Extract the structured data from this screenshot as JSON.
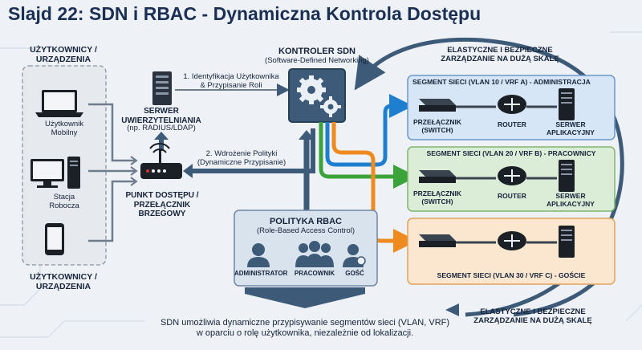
{
  "title": "Slajd 22: SDN i RBAC - Dynamiczna Kontrola Dostępu",
  "users": {
    "heading_top": [
      "UŻYTKOWNICY /",
      "URZĄDZENIA"
    ],
    "heading_bottom": [
      "UŻYTKOWNICY /",
      "URZĄDZENIA"
    ],
    "mobile": [
      "Użytkownik",
      "Mobilny"
    ],
    "workstation": [
      "Stacja",
      "Robocza"
    ]
  },
  "auth_server": {
    "label": [
      "SERWER",
      "UWIERZYTELNIANIA"
    ],
    "sub": "(np. RADIUS/LDAP)"
  },
  "access_point": {
    "label": [
      "PUNKT DOSTĘPU /",
      "PRZEŁĄCZNIK",
      "BRZEGOWY"
    ]
  },
  "step1": [
    "1. Identyfikacja Użytkownika",
    "& Przypisanie Roli"
  ],
  "step2": [
    "2. Wdrożenie Polityki",
    "(Dynamiczne Przypisanie)"
  ],
  "controller": {
    "label": "KONTROLER SDN",
    "sub": "(Software-Defined Networking)"
  },
  "mgmt_top": [
    "ELASTYCZNE I BEZPIECZNE",
    "ZARZĄDZANIE NA DUŻĄ SKALĘ"
  ],
  "mgmt_bottom": [
    "ELASTYCZNE I BEZPIECZNE",
    "ZARZĄDZANIE NA DUŻĄ SKALĘ"
  ],
  "segments": [
    {
      "title": "SEGMENT SIECI (VLAN 10 / VRF A) - ADMINISTRACJA",
      "switch": [
        "PRZEŁĄCZNIK",
        "(SWITCH)"
      ],
      "router": "ROUTER",
      "server": [
        "SERWER",
        "APLIKACYJNY"
      ],
      "color": "#1e7fd1"
    },
    {
      "title": "SEGMENT SIECI (VLAN 20 / VRF B) - PRACOWNICY",
      "switch": [
        "PRZEŁĄCZNIK",
        "(SWITCH)"
      ],
      "router": "ROUTER",
      "server": [
        "SERWER",
        "APLIKACYJNY"
      ],
      "color": "#3aa43a"
    },
    {
      "title": "SEGMENT SIECI (VLAN 30 / VRF C) - GOŚCIE",
      "color": "#ef8a1f"
    }
  ],
  "policy": {
    "title": "POLITYKA RBAC",
    "sub": "(Role-Based Access Control)",
    "roles": [
      "ADMINISTRATOR",
      "PRACOWNIK",
      "GOŚĆ"
    ]
  },
  "footer": [
    "SDN umożliwia dynamiczne przypisywanie segmentów sieci (VLAN, VRF)",
    "w oparciu o rolę użytkownika, niezależnie od lokalizacji."
  ],
  "colors": {
    "dark": "#3d5a78",
    "blue": "#1e7fd1",
    "green": "#3aa43a",
    "orange": "#ef8a1f",
    "navy": "#1b2f55"
  }
}
